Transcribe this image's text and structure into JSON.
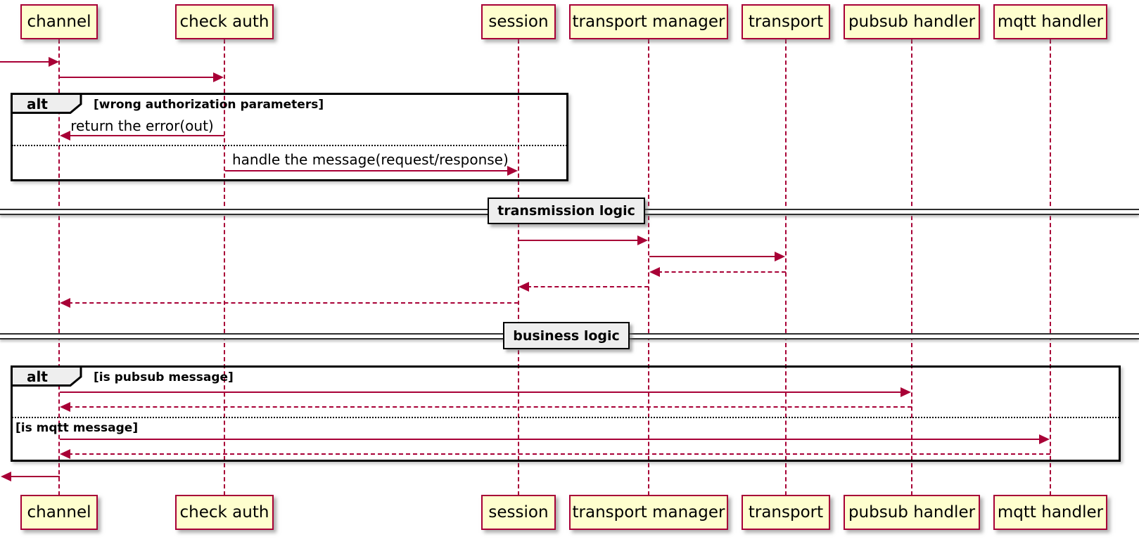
{
  "colors": {
    "accent": "#A80036",
    "participant_fill": "#FEFECE",
    "participant_border": "#A80036",
    "frame_border": "#000000",
    "operator_tab_fill": "#EEEEEE",
    "divider_fill": "#EEEEEE",
    "background": "#FFFFFF",
    "text": "#000000"
  },
  "participants": [
    {
      "name": "channel"
    },
    {
      "name": "check auth"
    },
    {
      "name": "session"
    },
    {
      "name": "transport manager"
    },
    {
      "name": "transport"
    },
    {
      "name": "pubsub handler"
    },
    {
      "name": "mqtt handler"
    }
  ],
  "frames": [
    {
      "operator": "alt",
      "guards": [
        "[wrong authorization parameters]",
        ""
      ]
    },
    {
      "operator": "alt",
      "guards": [
        "[is pubsub message]",
        "[is mqtt message]"
      ]
    }
  ],
  "dividers": [
    {
      "label": "transmission logic"
    },
    {
      "label": "business logic"
    }
  ],
  "messages": [
    {
      "label": "",
      "from": "outside",
      "to": "channel",
      "style": "solid"
    },
    {
      "label": "",
      "from": "channel",
      "to": "check auth",
      "style": "solid"
    },
    {
      "label": "return the error(out)",
      "from": "check auth",
      "to": "channel",
      "style": "solid"
    },
    {
      "label": "handle the message(request/response)",
      "from": "check auth",
      "to": "session",
      "style": "solid"
    },
    {
      "label": "",
      "from": "session",
      "to": "transport manager",
      "style": "solid"
    },
    {
      "label": "",
      "from": "transport manager",
      "to": "transport",
      "style": "solid"
    },
    {
      "label": "",
      "from": "transport",
      "to": "transport manager",
      "style": "dashed"
    },
    {
      "label": "",
      "from": "transport manager",
      "to": "session",
      "style": "dashed"
    },
    {
      "label": "",
      "from": "session",
      "to": "channel",
      "style": "dashed"
    },
    {
      "label": "",
      "from": "channel",
      "to": "pubsub handler",
      "style": "solid"
    },
    {
      "label": "",
      "from": "pubsub handler",
      "to": "channel",
      "style": "dashed"
    },
    {
      "label": "",
      "from": "channel",
      "to": "mqtt handler",
      "style": "solid"
    },
    {
      "label": "",
      "from": "mqtt handler",
      "to": "channel",
      "style": "dashed"
    },
    {
      "label": "",
      "from": "channel",
      "to": "outside",
      "style": "solid"
    }
  ]
}
